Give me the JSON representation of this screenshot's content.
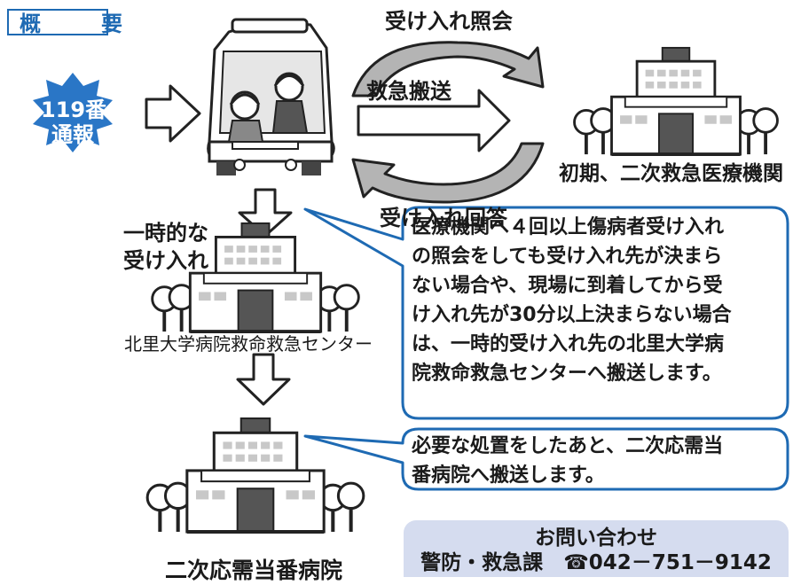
{
  "overview_label": "概　要",
  "report_badge": {
    "line1": "119番",
    "line2": "通報"
  },
  "flow": {
    "inquiry": "受け入れ照会",
    "transport": "救急搬送",
    "response": "受け入れ回答"
  },
  "hospitals": {
    "primary": "初期、二次救急医療機関",
    "kitasato": "北里大学病院救命救急センター",
    "secondary": "二次応需当番病院"
  },
  "temporary_label": {
    "line1": "一時的な",
    "line2": "受け入れ"
  },
  "notes": {
    "note1": [
      "医療機関へ４回以上傷病者受け入れ",
      "の照会をしても受け入れ先が決まら",
      "ない場合や、現場に到着してから受",
      "け入れ先が30分以上決まらない場合",
      "は、一時的受け入れ先の北里大学病",
      "院救命救急センターへ搬送します。"
    ],
    "note2": [
      "必要な処置をしたあと、二次応需当",
      "番病院へ搬送します。"
    ]
  },
  "contact": {
    "title": "お問い合わせ",
    "dept": "警防・救急課　☎042－751－9142"
  },
  "colors": {
    "accent": "#1e6ab3",
    "badge": "#2a76c6",
    "contact_bg": "#d5dcef"
  }
}
